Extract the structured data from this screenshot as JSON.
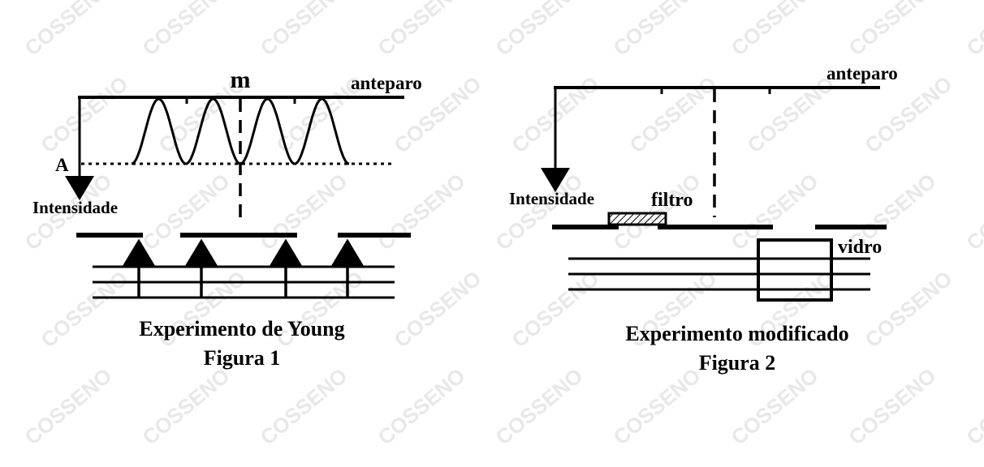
{
  "watermark": {
    "text": "COSSENO",
    "color": "#e6e6e6"
  },
  "figure1": {
    "label_m": "m",
    "label_screen": "anteparo",
    "label_A": "A",
    "label_intensity": "Intensidade",
    "caption_line1": "Experimento de Young",
    "caption_line2": "Figura 1"
  },
  "figure2": {
    "label_screen": "anteparo",
    "label_intensity": "Intensidade",
    "label_filter": "filtro",
    "label_glass": "vidro",
    "caption_line1": "Experimento modificado",
    "caption_line2": "Figura 2"
  }
}
